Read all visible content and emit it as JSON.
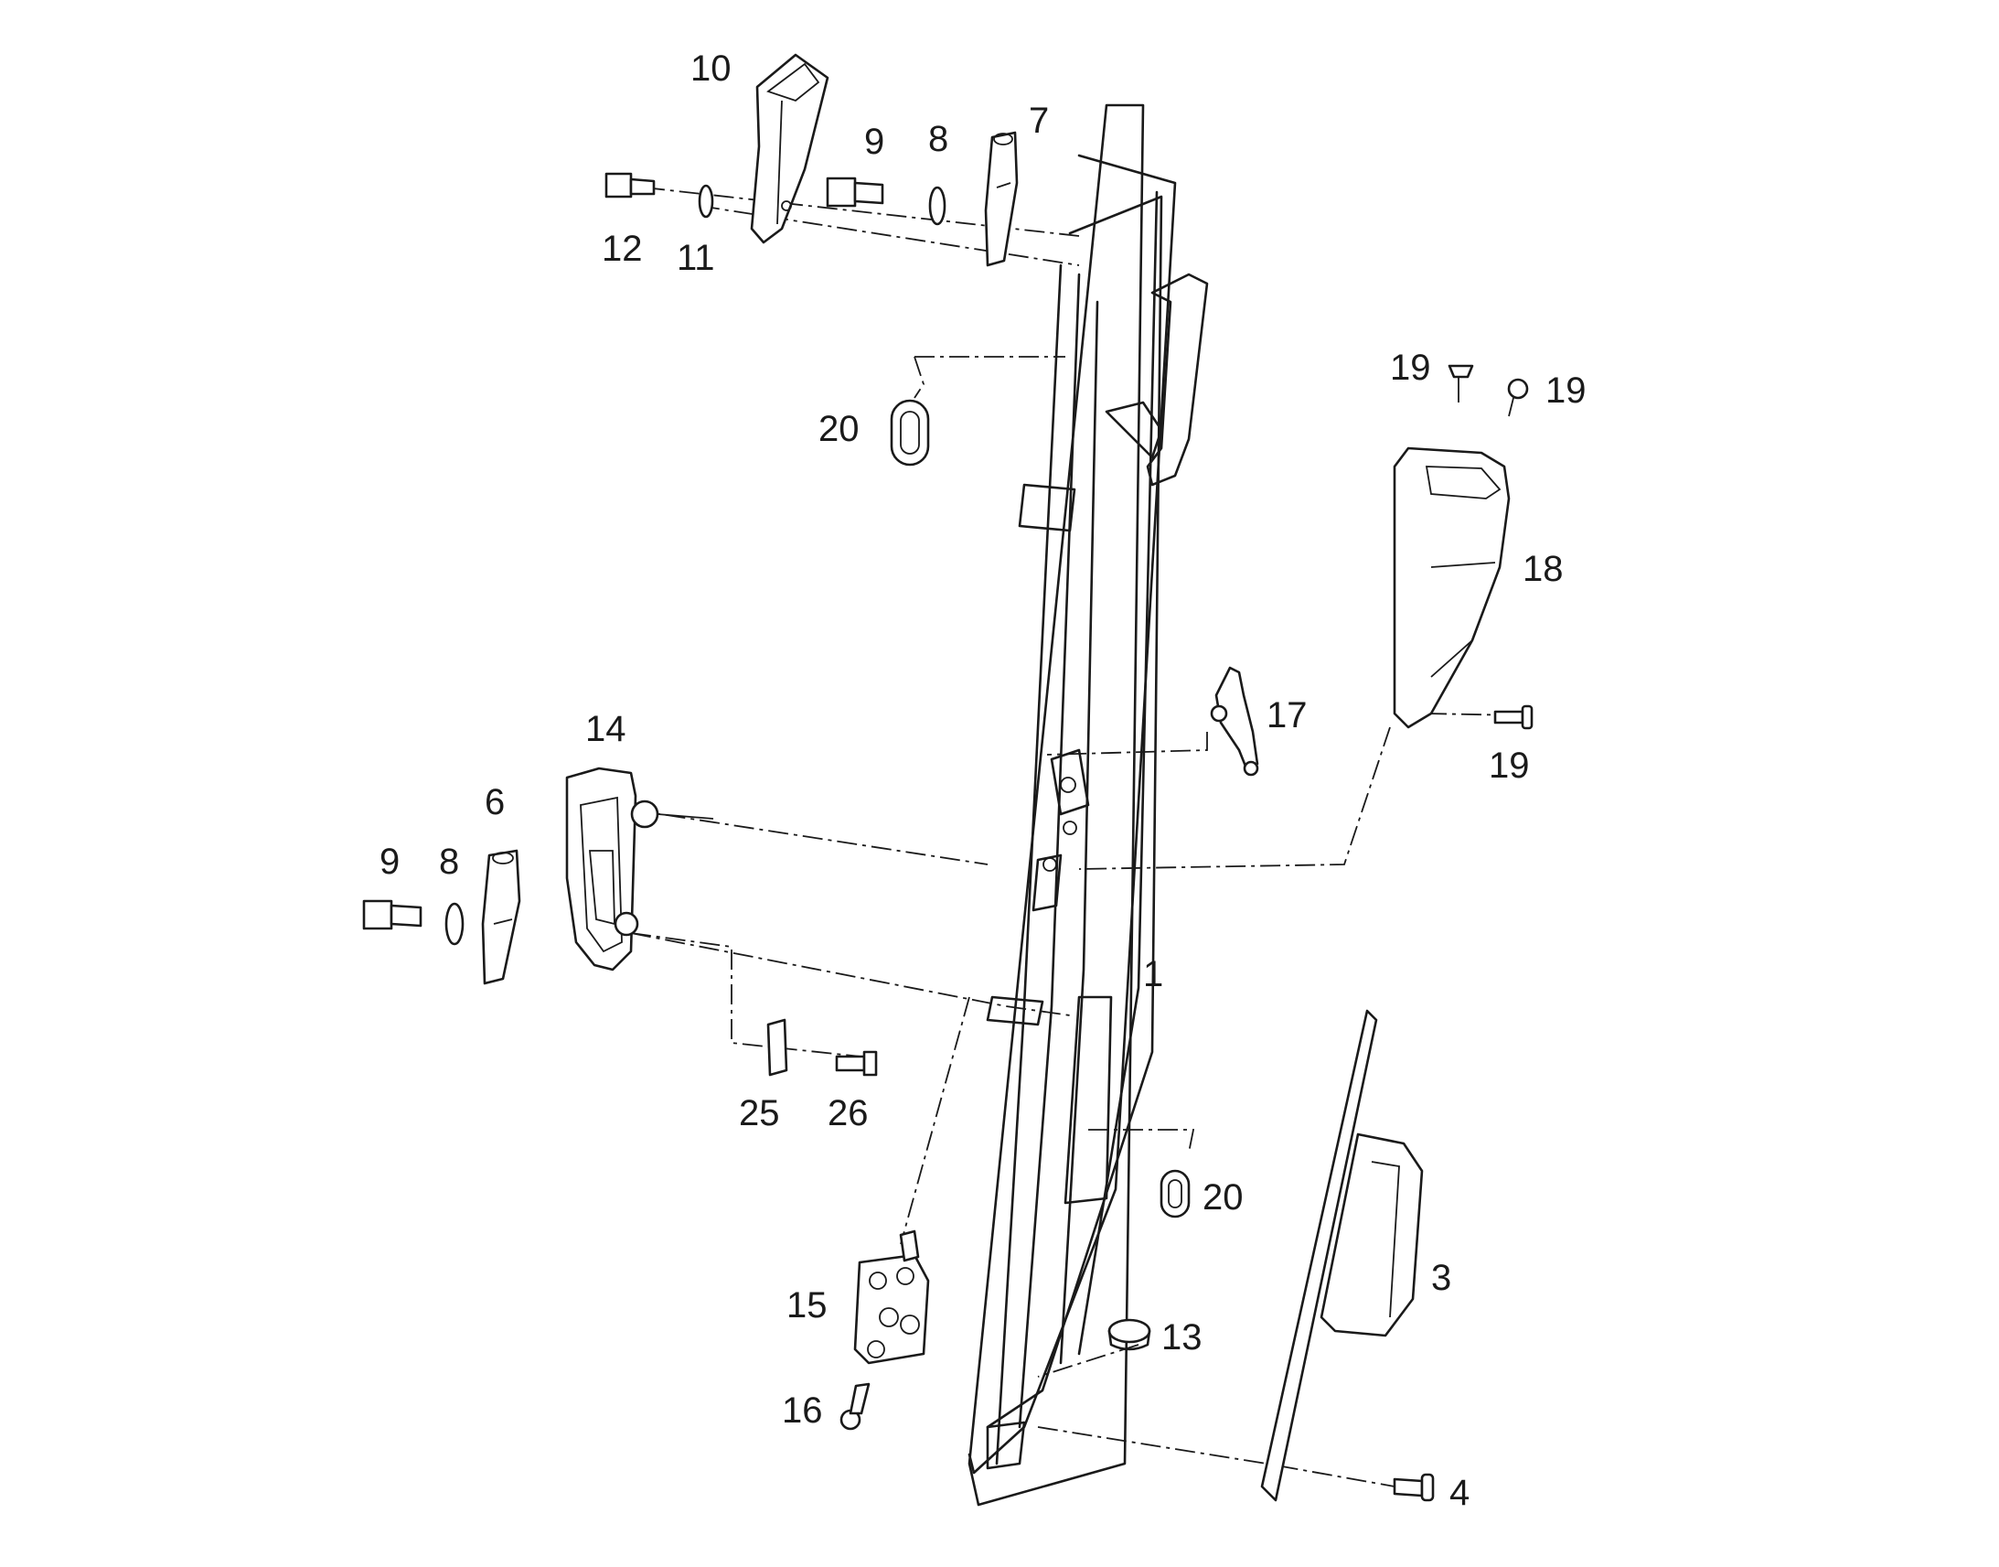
{
  "callouts": {
    "c1": "1",
    "c3": "3",
    "c4": "4",
    "c6": "6",
    "c7": "7",
    "c8a": "8",
    "c8b": "8",
    "c9a": "9",
    "c9b": "9",
    "c10": "10",
    "c11": "11",
    "c12": "12",
    "c13": "13",
    "c14": "14",
    "c15": "15",
    "c16": "16",
    "c17": "17",
    "c18": "18",
    "c19a": "19",
    "c19b": "19",
    "c19c": "19",
    "c20a": "20",
    "c20b": "20",
    "c25": "25",
    "c26": "26"
  },
  "colors": {
    "line": "#1a1a1a",
    "background": "#ffffff"
  }
}
